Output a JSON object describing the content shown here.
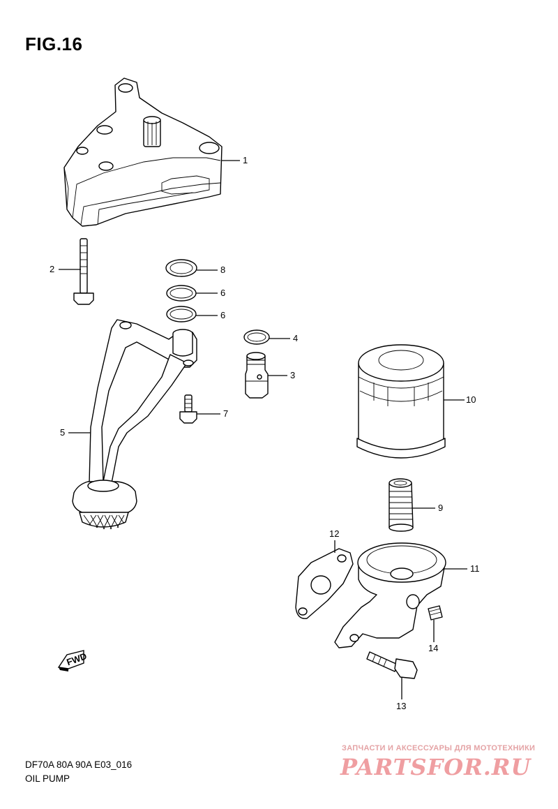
{
  "figure": {
    "title": "FIG.16"
  },
  "footer": {
    "model_code": "DF70A 80A 90A E03_016",
    "part_name": "OIL PUMP"
  },
  "watermark": {
    "tagline": "ЗАПЧАСТИ И АКСЕССУАРЫ ДЛЯ МОТОТЕХНИКИ",
    "brand": "PARTSFOR.RU"
  },
  "direction_marker": {
    "text": "FWD"
  },
  "callouts": [
    "1",
    "2",
    "8",
    "6",
    "6",
    "4",
    "3",
    "7",
    "5",
    "10",
    "9",
    "12",
    "11",
    "14",
    "13"
  ],
  "colors": {
    "line": "#000000",
    "watermark": "#ef9ea1"
  }
}
